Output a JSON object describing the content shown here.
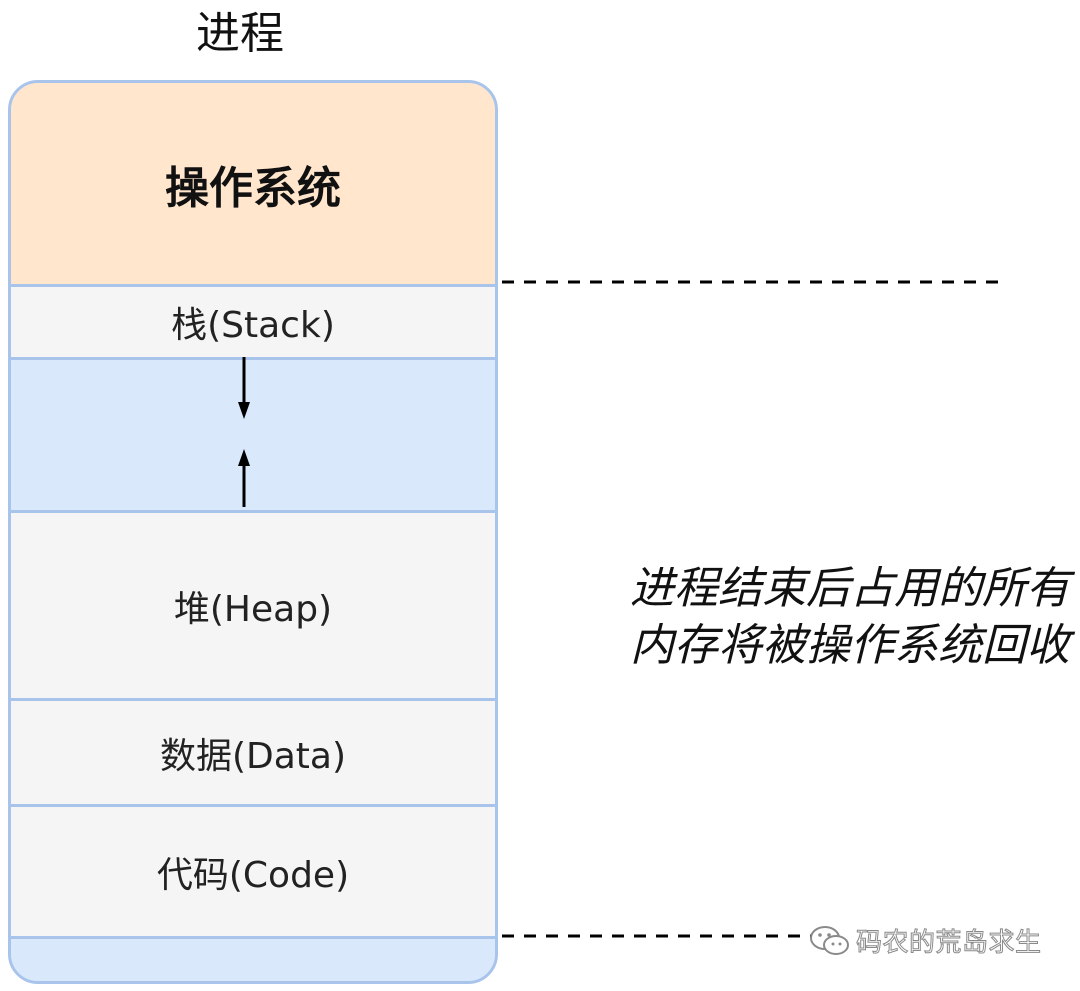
{
  "title": "进程",
  "segments": {
    "os": "操作系统",
    "stack": "栈(Stack)",
    "heap": "堆(Heap)",
    "data": "数据(Data)",
    "code": "代码(Code)"
  },
  "note": {
    "line1": "进程结束后占用的所有",
    "line2": "内存将被操作系统回收"
  },
  "watermark": "码农的荒岛求生",
  "colors": {
    "os_fill": "#ffe6cc",
    "segment_fill": "#f5f5f5",
    "free_fill": "#dae8fc",
    "border": "#a9c4eb"
  },
  "icons": {
    "stack_growth": "arrow-down-icon",
    "heap_growth": "arrow-up-icon",
    "watermark_logo": "wechat-logo-icon"
  }
}
